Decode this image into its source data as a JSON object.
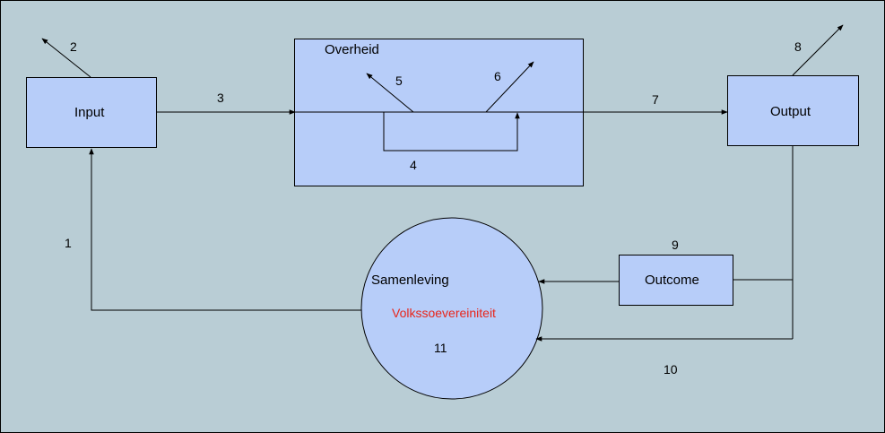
{
  "nodes": {
    "input": "Input",
    "overheid": "Overheid",
    "output": "Output",
    "outcome": "Outcome",
    "samenleving": "Samenleving",
    "volkssoevereiniteit": "Volkssoevereiniteit"
  },
  "numbers": {
    "n1": "1",
    "n2": "2",
    "n3": "3",
    "n4": "4",
    "n5": "5",
    "n6": "6",
    "n7": "7",
    "n8": "8",
    "n9": "9",
    "n10": "10",
    "n11": "11"
  },
  "colors": {
    "background": "#b9cdd5",
    "node_fill": "#b7cdf9",
    "highlight_text": "#e8261c"
  }
}
